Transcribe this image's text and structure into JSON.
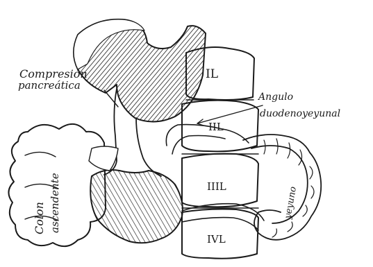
{
  "labels": {
    "compresion_line1": "Compresión",
    "compresion_line2": "pancreática",
    "angulo_line1": "Angulo",
    "angulo_line2": "duodenoyeyunal",
    "colon_line1": "Colon",
    "colon_line2": "ascendente",
    "yeyuno": "yeyuno",
    "vertebra_1": "IL",
    "vertebra_2": "IIL",
    "vertebra_3": "IIIL",
    "vertebra_4": "IVL"
  },
  "colors": {
    "ink": "#1a1a1a",
    "paper": "#ffffff"
  }
}
